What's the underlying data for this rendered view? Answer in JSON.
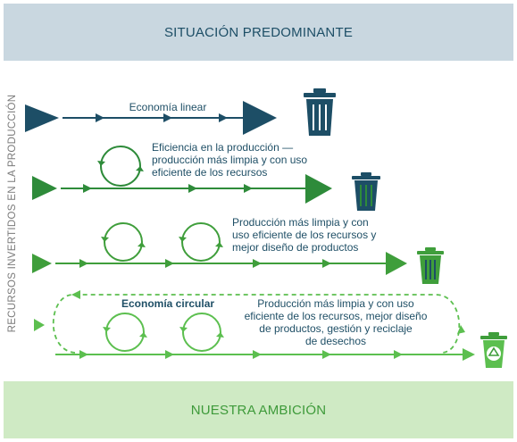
{
  "header": {
    "title": "SITUACIÓN PREDOMINANTE"
  },
  "footer": {
    "title": "NUESTRA AMBICIÓN"
  },
  "axis": {
    "label": "RECURSOS INVERTIDOS EN LA PRODUCCIÓN"
  },
  "rows": [
    {
      "label": "Economía linear",
      "color": "#1d4e66",
      "loops": 0,
      "icon": "trash-can-icon"
    },
    {
      "label_lines": [
        "Eficiencia en la producción —",
        "producción más limpia y con uso",
        "eficiente de los recursos"
      ],
      "color": "#2e8b3a",
      "loops": 1,
      "icon": "trash-can-icon"
    },
    {
      "label_lines": [
        "Producción más limpia y con",
        "uso eficiente de los recursos y",
        "mejor diseño de productos"
      ],
      "color": "#3f9e3b",
      "loops": 2,
      "icon": "trash-can-icon"
    },
    {
      "title": "Economía circular",
      "label_lines": [
        "Producción más limpia y con uso",
        "eficiente de los recursos, mejor diseño",
        "de productos, gestión y reciclaje",
        "de desechos"
      ],
      "color": "#5cbf4f",
      "loops": 2,
      "icon": "recycling-bin-icon"
    }
  ]
}
